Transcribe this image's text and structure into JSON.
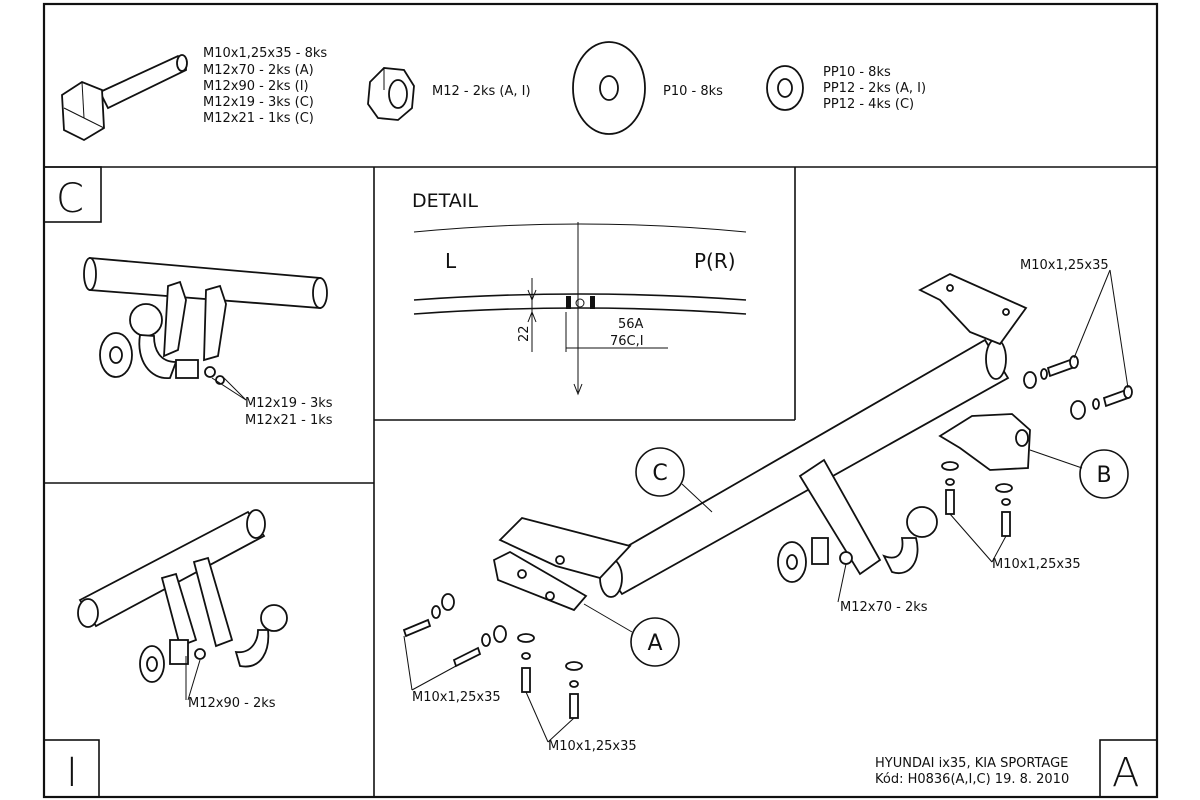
{
  "parts_list": {
    "bolt_lines": [
      "M10x1,25x35 - 8ks",
      "M12x70 - 2ks (A)",
      "M12x90 - 2ks (I)",
      "M12x19 - 3ks (C)",
      "M12x21 - 1ks (C)"
    ],
    "nut_label": "M12 - 2ks (A, I)",
    "washer_label": "P10 - 8ks",
    "spring_washer_lines": [
      "PP10 - 8ks",
      "PP12 - 2ks (A, I)",
      "PP12 - 4ks (C)"
    ]
  },
  "panel_c": {
    "letter": "C",
    "callout_lines": [
      "M12x19 - 3ks",
      "M12x21 - 1ks"
    ]
  },
  "panel_i": {
    "letter": "I",
    "callout": "M12x90 - 2ks"
  },
  "detail": {
    "title": "DETAIL",
    "left": "L",
    "right": "P(R)",
    "dim_vertical": "22",
    "dim_a": "56A",
    "dim_ci": "76C,I"
  },
  "main": {
    "bubble_c": "C",
    "bubble_b": "B",
    "bubble_a": "A",
    "bolt_top_right": "M10x1,25x35",
    "bolt_right_bottom": "M10x1,25x35",
    "ball_bolt": "M12x70 - 2ks",
    "bolt_left": "M10x1,25x35",
    "bolt_bottom": "M10x1,25x35"
  },
  "title_block": {
    "line1": "HYUNDAI ix35, KIA SPORTAGE",
    "line2": "Kód: H0836(A,I,C)  19. 8. 2010",
    "corner_letter": "A"
  }
}
